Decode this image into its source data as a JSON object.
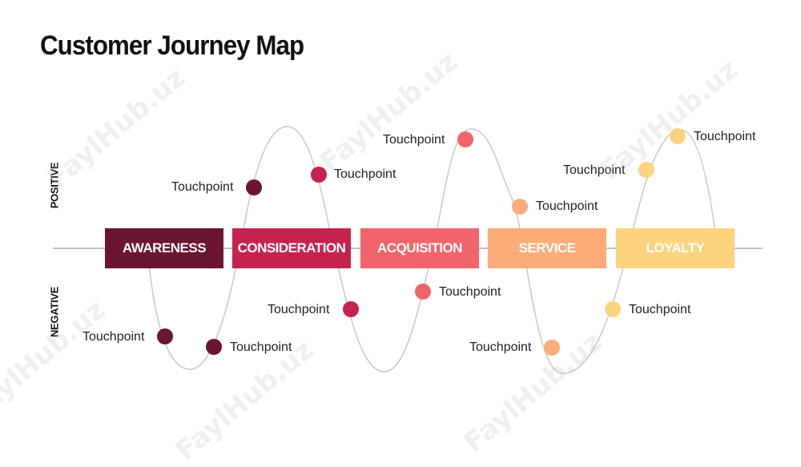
{
  "title": "Customer Journey Map",
  "axis": {
    "positive": "POSITIVE",
    "negative": "NEGATIVE"
  },
  "stages": [
    {
      "label": "AWARENESS",
      "color": "#6b1530"
    },
    {
      "label": "CONSIDERATION",
      "color": "#c5234f"
    },
    {
      "label": "ACQUISITION",
      "color": "#f2646b"
    },
    {
      "label": "SERVICE",
      "color": "#fcac78"
    },
    {
      "label": "LOYALTY",
      "color": "#fdd37d"
    }
  ],
  "touchpoint_label": "Touchpoint",
  "watermark": "FaylHub.uz",
  "colors": {
    "line": "#c8c8c8",
    "axis": "#9a9a9a"
  }
}
